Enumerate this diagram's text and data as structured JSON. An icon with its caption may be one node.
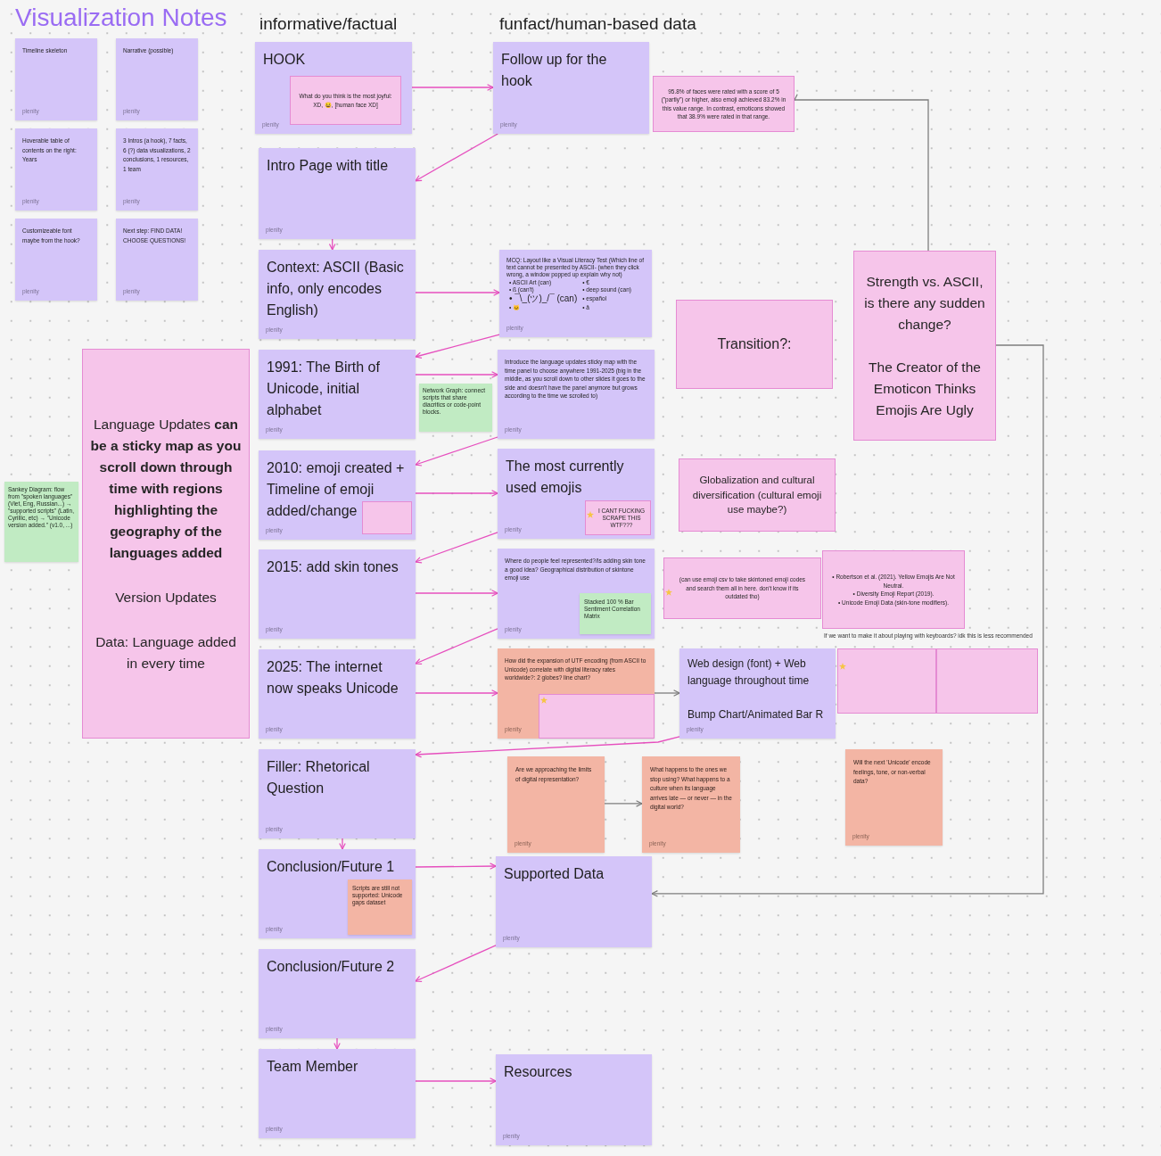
{
  "diagram": {
    "title": "Visualization Notes",
    "nodes": [
      {
        "text": [
          "Timeline skeleton",
          "plenity"
        ]
      },
      {
        "text": [
          "Narrative (possible)",
          "plenity"
        ]
      },
      {
        "text": [
          "HOOK",
          "plenity"
        ]
      },
      {
        "text": [
          "What do you think is the most joyful: XD, 😆, [human face XD]"
        ],
        "in": 2
      },
      {
        "text": [
          "Follow up for the hook",
          "plenity"
        ]
      },
      {
        "text": [
          "95.8% of faces were rated with a score of 5 (\"partly\") or higher, also emoji achieved 83.2% in this value range. In contrast, emoticons showed that 38.9% were rated in that range."
        ]
      },
      {
        "text": [
          "Hoverable table of contents on the right: Years",
          "plenity"
        ]
      },
      {
        "text": [
          "3 Intros (a hook), 7 facts, 6 (?) data visualizations, 2 conclusions, 1 resources, 1 team",
          "plenity"
        ]
      },
      {
        "text": [
          "Intro Page with title",
          "plenity"
        ]
      },
      {
        "text": [
          "Customizeable font maybe from the hook?",
          "plenity"
        ]
      },
      {
        "text": [
          "Next step: FIND DATA! CHOOSE QUESTIONS!",
          "plenity"
        ]
      },
      {
        "text": [
          "Context: ASCII (Basic info, only encodes English)",
          "plenity"
        ]
      },
      {
        "text": [
          "MCQ: Layout like a Visual Literacy Test (Which line of text cannot be presented by ASCII- (when they click wrong, a window popped up explain why not)",
          "• ASCII Art (can)",
          "• €",
          "• ß (can't)",
          "• deep sound (can)",
          "• ¯\\_(ツ)_/¯ (can)",
          "• español",
          "• 🐱",
          "• ä",
          "plenity"
        ]
      },
      {
        "text": [
          "Strength vs. ASCII, is there any sudden change?",
          "The Creator of the Emoticon Thinks Emojis Are Ugly"
        ]
      },
      {
        "text": [
          "Transition?:"
        ]
      },
      {
        "text": [
          "Language Updates **can be a sticky map as you scroll down through time with regions highlighting the geography of the languages added**",
          "Version Updates",
          "Data: Language added in every time"
        ]
      },
      {
        "text": [
          "1991: The Birth of Unicode, initial alphabet",
          "plenity"
        ]
      },
      {
        "text": [
          "Network Graph: connect scripts that share diacritics or code-point blocks."
        ]
      },
      {
        "text": [
          "Introduce the language updates sticky map with the time panel to choose anywhere 1991-2025 (big in the middle, as you scroll down to other slides it goes to the side and doesn't have the panel anymore but grows according to the time we scrolled to)",
          "plenity"
        ]
      },
      {
        "text": [
          "2010: emoji created + Timeline of emoji added/change",
          "plenity"
        ]
      },
      {
        "text": [],
        "shape": "box",
        "in": 19
      },
      {
        "text": [
          "Sankey Diagram: flow from \"spoken languages\" (Viet, Eng, Russian...) → \"supported scripts\" (Latin, Cyrillic, etc) → \"Unicode version added.\" (v1.0, ...)"
        ]
      },
      {
        "text": [
          "The most currently used emojis",
          "plenity"
        ]
      },
      {
        "text": [
          "I CANT FUCKING SCRAPE THIS WTF???"
        ],
        "in": 22
      },
      {
        "text": [
          "Globalization and cultural diversification (cultural emoji use maybe?)"
        ]
      },
      {
        "text": [
          "2015: add skin tones",
          "plenity"
        ]
      },
      {
        "text": [
          "Where do people feel represented?/Is adding skin tone a good idea? Geographical distribution of skintone emoji use",
          "plenity"
        ]
      },
      {
        "text": [
          "Stacked 100 % Bar Sentiment Correlation Matrix"
        ],
        "in": 26
      },
      {
        "text": [
          "(can use emoji csv to take skintoned emoji codes and search them all in here. don't know if its outdated tho)"
        ]
      },
      {
        "text": [
          "• Robertson et al. (2021). Yellow Emojis Are Not Neutral.",
          "• Diversity Emoji Report (2019).",
          "• Unicode Emoji Data (skin-tone modifiers)."
        ]
      },
      {
        "text": [
          "2025: The internet now speaks Unicode",
          "plenity"
        ]
      },
      {
        "text": [
          "How did the expansion of UTF encoding (from ASCII to Unicode) correlate with digital literacy rates worldwide?: 2 globes? line chart?",
          "plenity"
        ]
      },
      {
        "text": [],
        "shape": "box",
        "in": 31
      },
      {
        "text": [
          "Web design (font) + Web language throughout time",
          "Bump Chart/Animated Bar R",
          "plenity"
        ]
      },
      {
        "text": [],
        "shape": "box"
      },
      {
        "text": [],
        "shape": "box"
      },
      {
        "text": [
          "Filler: Rhetorical Question",
          "plenity"
        ]
      },
      {
        "text": [
          "Are we approaching the limits of digital representation?",
          "plenity"
        ]
      },
      {
        "text": [
          "What happens to the ones we stop using? What happens to a culture when its language arrives late — or never — in the digital world?",
          "plenity"
        ]
      },
      {
        "text": [
          "Will the next 'Unicode' encode feelings, tone, or non-verbal data?",
          "plenity"
        ]
      },
      {
        "text": [
          "Conclusion/Future 1",
          "plenity"
        ]
      },
      {
        "text": [
          "Scripts are still not supported: Unicode gaps dataset"
        ],
        "in": 40
      },
      {
        "text": [
          "Supported Data",
          "plenity"
        ]
      },
      {
        "text": [
          "Conclusion/Future 2",
          "plenity"
        ]
      },
      {
        "text": [
          "Team Member",
          "plenity"
        ]
      },
      {
        "text": [
          "Resources",
          "plenity"
        ]
      }
    ],
    "edges": [
      {
        "from": 2,
        "to": 4,
        "arrow": "to"
      },
      {
        "from": 4,
        "to": 8,
        "arrow": "to"
      },
      {
        "from": 8,
        "to": 11,
        "arrow": "to"
      },
      {
        "from": 11,
        "to": 12,
        "arrow": "to"
      },
      {
        "from": 12,
        "to": 16,
        "arrow": "to"
      },
      {
        "from": 16,
        "to": 18,
        "arrow": "to"
      },
      {
        "from": 18,
        "to": 19,
        "arrow": "to"
      },
      {
        "from": 19,
        "to": 22,
        "arrow": "to"
      },
      {
        "from": 22,
        "to": 25,
        "arrow": "to"
      },
      {
        "from": 25,
        "to": 26,
        "arrow": "to"
      },
      {
        "from": 26,
        "to": 30,
        "arrow": "to"
      },
      {
        "from": 30,
        "to": 31,
        "arrow": "to"
      },
      {
        "from": 33,
        "to": 36,
        "arrow": "to"
      },
      {
        "from": 36,
        "to": 40,
        "arrow": "to"
      },
      {
        "from": 40,
        "to": 42,
        "arrow": "to"
      },
      {
        "from": 42,
        "to": 43,
        "arrow": "to"
      },
      {
        "from": 43,
        "to": 44,
        "arrow": "to"
      },
      {
        "from": 44,
        "to": 45,
        "arrow": "to"
      },
      {
        "from": 31,
        "to": 33,
        "arrow": "to",
        "color": "#7d7d7d"
      },
      {
        "from": 13,
        "to": 5,
        "arrow": "to",
        "color": "#7d7d7d"
      },
      {
        "from": 13,
        "to": 42,
        "arrow": "to",
        "color": "#7d7d7d"
      },
      {
        "from": 37,
        "to": 38,
        "arrow": "to",
        "color": "#7d7d7d"
      }
    ],
    "labels": [
      "informative/factual",
      "funfact/human-based data",
      "If we want to make it about playing with keyboards? idk this is less recommended"
    ]
  }
}
